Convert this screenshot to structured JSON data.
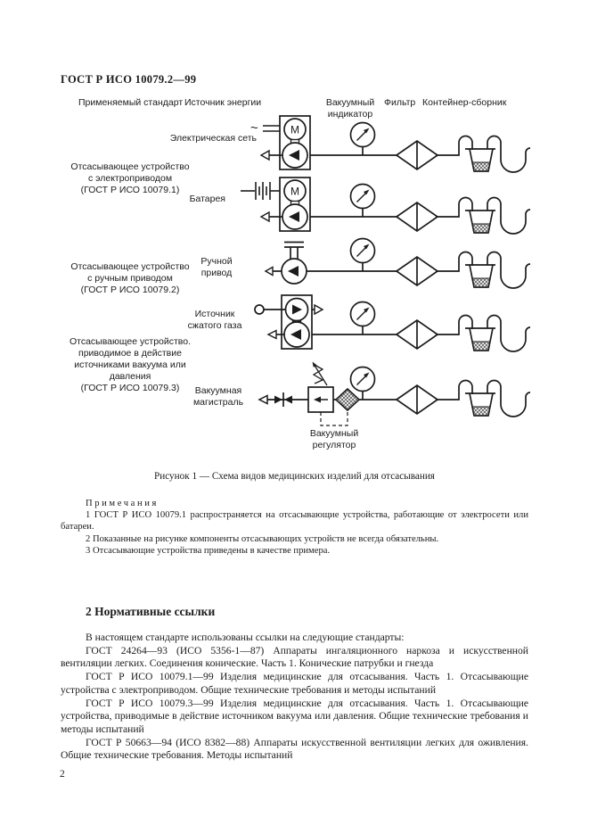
{
  "page": {
    "number": "2"
  },
  "doc": {
    "header": "ГОСТ Р ИСО 10079.2—99",
    "figure_caption": "Рисунок 1 — Схема видов медицинских изделий для отсасывания",
    "notes": {
      "title": "Примечания",
      "items": [
        "1 ГОСТ Р ИСО 10079.1 распространяется на отсасывающие устройства, работающие от электросети или батареи.",
        "2 Показанные на рисунке компоненты отсасывающих устройств не всегда обязательны.",
        "3 Отсасывающие устройства приведены в качестве примера."
      ]
    },
    "section2": {
      "heading": "2 Нормативные ссылки",
      "paragraphs": [
        "В настоящем стандарте использованы ссылки на следующие стандарты:",
        "ГОСТ 24264—93 (ИСО 5356-1—87) Аппараты ингаляционного наркоза и искусственной вентиляции легких. Соединения конические. Часть 1. Конические патрубки и гнезда",
        "ГОСТ Р ИСО 10079.1—99 Изделия медицинские для отсасывания. Часть 1. Отсасывающие устройства с электроприводом. Общие технические требования и методы испытаний",
        "ГОСТ Р ИСО 10079.3—99 Изделия медицинские для отсасывания. Часть 1. Отсасывающие устройства, приводимые в действие источником вакуума или давления. Общие технические требования и методы испытаний",
        "ГОСТ Р 50663—94 (ИСО 8382—88) Аппараты искусственной вентиляции легких для оживления. Общие технические требования. Методы испытаний"
      ]
    }
  },
  "diagram": {
    "columns": {
      "applied_standard": "Применяемый стандарт",
      "energy_source": "Источник энергии",
      "vacuum_indicator": "Вакуумный\nиндикатор",
      "filter": "Фильтр",
      "container": "Контейнер-сборник"
    },
    "device_labels": [
      "Отсасывающее устройство\nс электроприводом\n(ГОСТ Р ИСО 10079.1)",
      "Отсасывающее устройство\nс ручным приводом\n(ГОСТ Р ИСО 10079.2)",
      "Отсасывающее устройство.\nприводимое в действие\nисточниками вакуума или\nдавления\n(ГОСТ Р ИСО 10079.3)"
    ],
    "energy_labels": {
      "mains": "Электрическая сеть",
      "battery": "Батарея",
      "manual": "Ручной\nпривод",
      "gas": "Источник\nсжатого газа",
      "vacuum_line": "Вакуумная\nмагистраль"
    },
    "regulator_label": "Вакуумный\nрегулятор",
    "symbols": {
      "motor": "M",
      "ac": "~"
    },
    "ink_color": "#1c1c1c"
  }
}
